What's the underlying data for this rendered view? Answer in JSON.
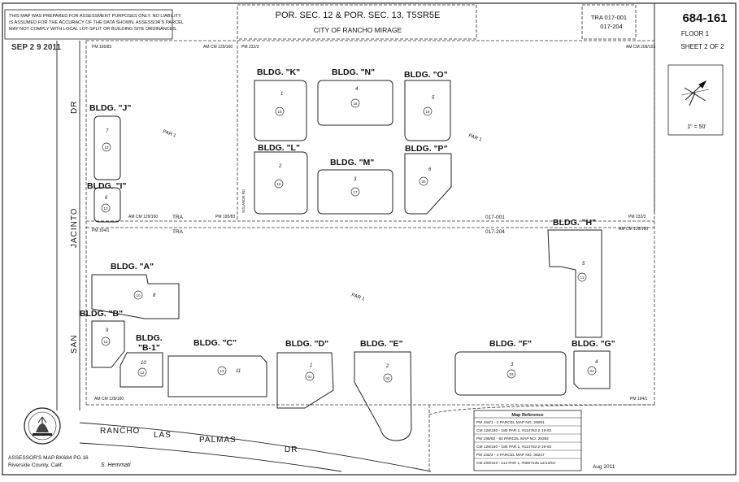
{
  "disclaimer": [
    "THIS MAP WAS PREPARED FOR ASSESSMENT PURPOSES ONLY.  NO LIABILITY",
    "IS ASSUMED FOR THE ACCURACY OF THE DATA SHOWN. ASSESSOR'S PARCEL",
    "MAY NOT COMPLY WITH LOCAL LOT-SPLIT OR BUILDING SITE ORDINANCES."
  ],
  "stamp": "SEP 2 9 2011",
  "header": {
    "title": "POR. SEC. 12 & POR. SEC. 13, T5SR5E",
    "city": "CITY OF RANCHO MIRAGE",
    "tra_1": "TRA 017-001",
    "tra_2": "017-204",
    "map_number": "684-161",
    "floor": "FLOOR 1",
    "sheet": "SHEET 2 OF 2",
    "scale": "1\" = 50'"
  },
  "streets": {
    "dr": "DR",
    "jacinto": "JACINTO",
    "san": "SAN",
    "rancho": "RANCHO",
    "las": "LAS",
    "palmas": "PALMAS",
    "dr2": "DR"
  },
  "parcels": {
    "par1_top": "PAR 1",
    "par1_right": "PAR 1",
    "par1_bottom": "PAR 1"
  },
  "tra_labels": {
    "tra_a": "TRA",
    "tra_b": "TRA",
    "code_upper": "017-001",
    "code_lower": "017-204"
  },
  "refs": {
    "pm_195_83_top": "PM 195/83",
    "am_cm_129_160_top": "AM CM 129/160",
    "pm_232_3_top": "PM 232/3",
    "am_cm_209_103_top": "AM CM 209/103",
    "am_cm_129_160_mid": "AM CM 129/160",
    "pm_195_83_mid": "PM 195/83",
    "pm_232_3_mid": "PM 232/3",
    "pm_194_1_mid": "PM 194/1",
    "am_cm_129_160_right": "AM CM 129/160",
    "am_cm_129_160_bottom": "AM CM 129/160",
    "pm_194_1_bottom": "PM 194/1",
    "vertical_ref": "SOLANDE RD"
  },
  "buildings": {
    "K": {
      "label": "BLDG. \"K\"",
      "lot": "1",
      "unit": "15"
    },
    "N": {
      "label": "BLDG. \"N\"",
      "lot": "4",
      "unit": "18"
    },
    "O": {
      "label": "BLDG. \"O\"",
      "lot": "5",
      "unit": "19"
    },
    "L": {
      "label": "BLDG. \"L\"",
      "lot": "2",
      "unit": "16"
    },
    "M": {
      "label": "BLDG. \"M\"",
      "lot": "3",
      "unit": "17"
    },
    "P": {
      "label": "BLDG. \"P\"",
      "lot": "6",
      "unit": "20"
    },
    "J": {
      "label": "BLDG. \"J\"",
      "lot": "7",
      "unit": "13"
    },
    "I": {
      "label": "BLDG. \"I\"",
      "lot": "6",
      "unit": "12"
    },
    "H": {
      "label": "BLDG. \"H\"",
      "lot": "5",
      "unit": "11"
    },
    "A": {
      "label": "BLDG. \"A\"",
      "lot": "8",
      "unit": "10"
    },
    "B": {
      "label": "BLDG. \"B\"",
      "lot": "9",
      "unit": "11"
    },
    "B1": {
      "label1": "BLDG.",
      "label2": "\"B-1\"",
      "lot": "10",
      "unit": "12"
    },
    "C": {
      "label": "BLDG. \"C\"",
      "lot": "11",
      "unit": "13"
    },
    "D": {
      "label": "BLDG. \"D\"",
      "lot": "1",
      "unit": "01"
    },
    "E": {
      "label": "BLDG. \"E\"",
      "lot": "2",
      "unit": "02"
    },
    "F": {
      "label": "BLDG. \"F\"",
      "lot": "3",
      "unit": "03"
    },
    "G": {
      "label": "BLDG. \"G\"",
      "lot": "4",
      "unit": "04"
    }
  },
  "map_reference": {
    "title": "Map Reference",
    "rows": [
      "PM  194/1 - 2   PARCEL MAP NO. 29091",
      "CM  129/160 - 180  PAR 1, #114763  2-19-03",
      "PM  195/83 - 84   PARCEL MAP NO. 29392",
      "CM  129/160 - 180  PAR 1, #114763  2-19-03",
      "PM  232/3 - 4   PARCEL MAP NO. 36247",
      "CM  209/103 - 114  PAR 1, #0597435 12/13/10"
    ]
  },
  "footer": {
    "assessor": "ASSESSOR'S MAP BK684 PG.16",
    "county": "Riverside County, Calif.",
    "signature": "S. Hemmati",
    "date": "Aug 2011"
  }
}
